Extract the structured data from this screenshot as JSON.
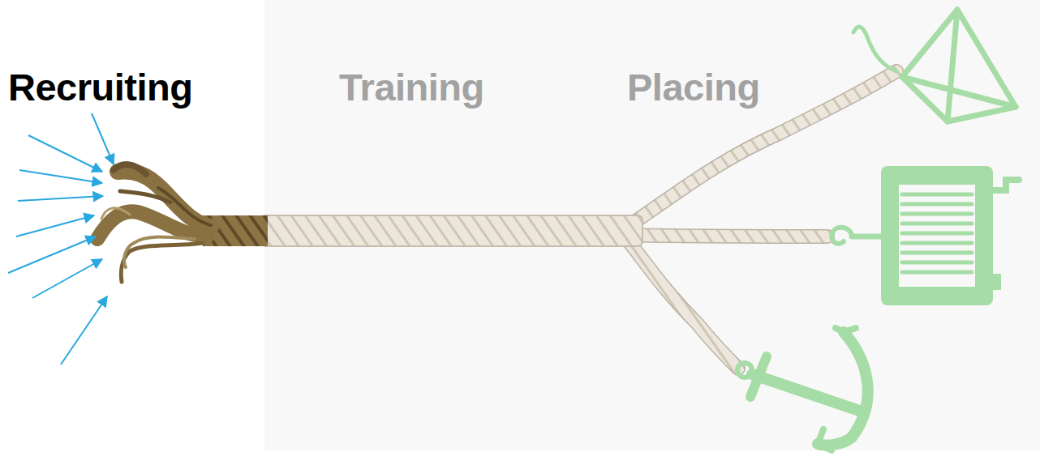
{
  "diagram": {
    "labels": [
      "Recruiting",
      "Training",
      "Placing"
    ]
  }
}
